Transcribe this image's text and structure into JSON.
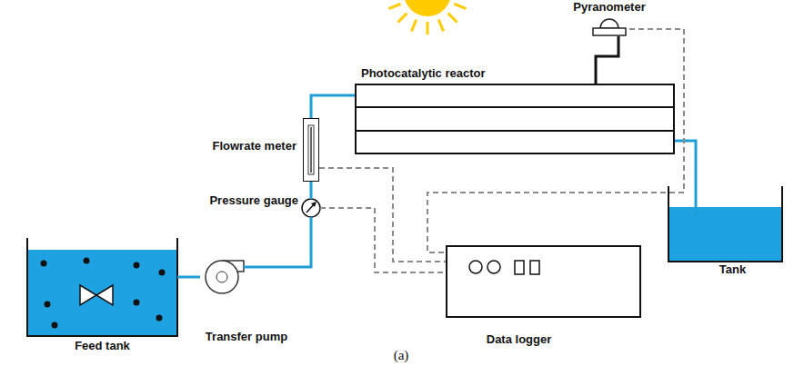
{
  "diagram": {
    "caption": "(a)",
    "nodes": [
      {
        "text": [
          "Pyranometer"
        ]
      },
      {
        "text": [
          "Photocatalytic reactor"
        ]
      },
      {
        "text": [
          "Flowrate meter"
        ]
      },
      {
        "text": [
          "Pressure gauge"
        ]
      },
      {
        "text": [
          "Feed tank"
        ]
      },
      {
        "text": [
          "Transfer pump"
        ]
      },
      {
        "text": [
          "Data logger"
        ]
      },
      {
        "text": [
          "Tank"
        ]
      }
    ],
    "edges": [
      {
        "from": 4,
        "to": 5,
        "arrow": "none"
      },
      {
        "from": 5,
        "to": 3,
        "arrow": "none"
      },
      {
        "from": 3,
        "to": 2,
        "arrow": "none"
      },
      {
        "from": 2,
        "to": 1,
        "arrow": "none"
      },
      {
        "from": 1,
        "to": 7,
        "arrow": "none"
      },
      {
        "from": 2,
        "to": 6,
        "arrow": "none"
      },
      {
        "from": 3,
        "to": 6,
        "arrow": "none"
      },
      {
        "from": 0,
        "to": 6,
        "arrow": "none"
      },
      {
        "from": 0,
        "to": 1,
        "arrow": "none"
      }
    ]
  }
}
